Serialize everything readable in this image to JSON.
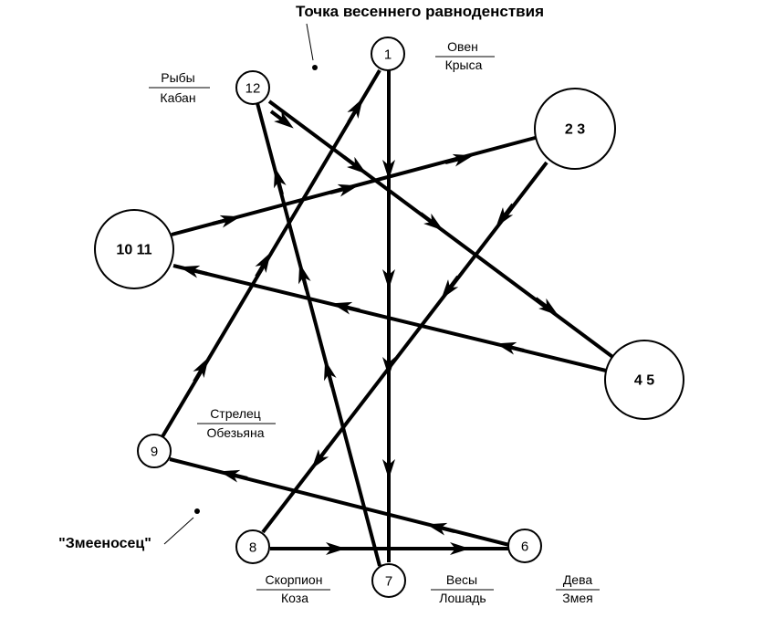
{
  "title": "Точка весеннего равноденствия",
  "ophiuchus_label": "\"Змееносец\"",
  "nodes": {
    "n1": "1",
    "n12": "12",
    "n23": "2 3",
    "n1011": "10 11",
    "n45": "4 5",
    "n9": "9",
    "n8": "8",
    "n7": "7",
    "n6": "6"
  },
  "signs": {
    "aries": {
      "top": "Овен",
      "bottom": "Крыса"
    },
    "pisces": {
      "top": "Рыбы",
      "bottom": "Кабан"
    },
    "sagittarius": {
      "top": "Стрелец",
      "bottom": "Обезьяна"
    },
    "scorpio": {
      "top": "Скорпион",
      "bottom": "Коза"
    },
    "libra": {
      "top": "Весы",
      "bottom": "Лошадь"
    },
    "virgo": {
      "top": "Дева",
      "bottom": "Змея"
    }
  },
  "colors": {
    "stroke": "#000000",
    "background": "#ffffff"
  }
}
